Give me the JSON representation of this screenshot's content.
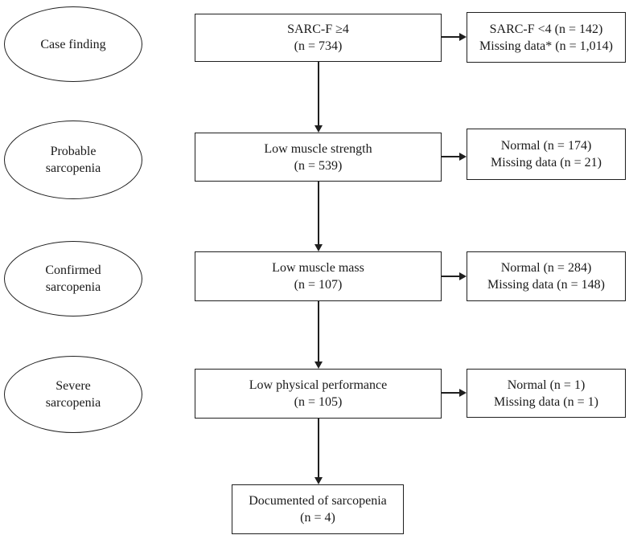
{
  "colors": {
    "stroke": "#1f1f1f",
    "background": "#ffffff",
    "text": "#1a1a1a"
  },
  "flow": {
    "rows": [
      {
        "stage": {
          "line1": "Case finding",
          "line2": ""
        },
        "main": {
          "line1": "SARC-F ≥4",
          "line2": "(n = 734)"
        },
        "side": {
          "line1": "SARC-F <4 (n = 142)",
          "line2": "Missing data* (n = 1,014)"
        }
      },
      {
        "stage": {
          "line1": "Probable",
          "line2": "sarcopenia"
        },
        "main": {
          "line1": "Low muscle strength",
          "line2": "(n = 539)"
        },
        "side": {
          "line1": "Normal (n = 174)",
          "line2": "Missing data (n = 21)"
        }
      },
      {
        "stage": {
          "line1": "Confirmed",
          "line2": "sarcopenia"
        },
        "main": {
          "line1": "Low muscle mass",
          "line2": "(n = 107)"
        },
        "side": {
          "line1": "Normal (n = 284)",
          "line2": "Missing data (n = 148)"
        }
      },
      {
        "stage": {
          "line1": "Severe",
          "line2": "sarcopenia"
        },
        "main": {
          "line1": "Low physical performance",
          "line2": "(n = 105)"
        },
        "side": {
          "line1": "Normal (n = 1)",
          "line2": "Missing data (n = 1)"
        }
      }
    ],
    "final": {
      "line1": "Documented of sarcopenia",
      "line2": "(n = 4)"
    }
  }
}
